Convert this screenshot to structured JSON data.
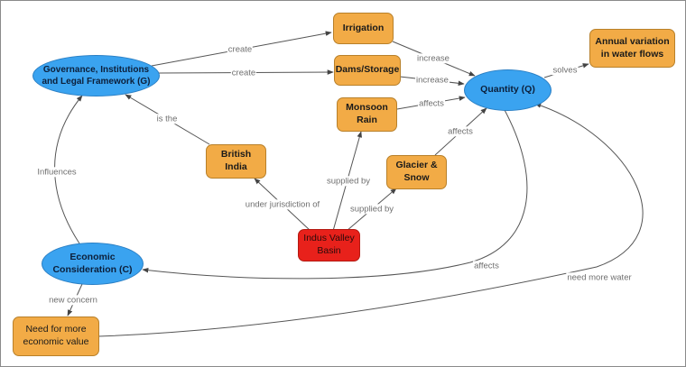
{
  "diagram": {
    "type": "concept-map",
    "nodes": {
      "governance": {
        "label": "Governance, Institutions and Legal Framework (G)",
        "shape": "ellipse",
        "color": "#3aa3f0"
      },
      "irrigation": {
        "label": "Irrigation",
        "shape": "rounded-box",
        "color": "#f2ab46"
      },
      "dams": {
        "label": "Dams/Storage",
        "shape": "rounded-box",
        "color": "#f2ab46"
      },
      "quantity": {
        "label": "Quantity (Q)",
        "shape": "ellipse",
        "color": "#3aa3f0"
      },
      "annual": {
        "label": "Annual variation in water flows",
        "shape": "rounded-box",
        "color": "#f2ab46"
      },
      "monsoon": {
        "label": "Monsoon Rain",
        "shape": "rounded-box",
        "color": "#f2ab46"
      },
      "british": {
        "label": "British India",
        "shape": "rounded-box",
        "color": "#f2ab46"
      },
      "glacier": {
        "label": "Glacier & Snow",
        "shape": "rounded-box",
        "color": "#f2ab46"
      },
      "indus": {
        "label": "Indus Valley Basin",
        "shape": "rounded-box",
        "color": "#e8211b"
      },
      "economic": {
        "label": "Economic Consideration (C)",
        "shape": "ellipse",
        "color": "#3aa3f0"
      },
      "need": {
        "label": "Need for more economic value",
        "shape": "rounded-box",
        "color": "#f2ab46"
      }
    },
    "edges": {
      "g_irrigation": {
        "from": "governance",
        "to": "irrigation",
        "label": "create"
      },
      "g_dams": {
        "from": "governance",
        "to": "dams",
        "label": "create"
      },
      "irrigation_q": {
        "from": "irrigation",
        "to": "quantity",
        "label": "increase"
      },
      "dams_q": {
        "from": "dams",
        "to": "quantity",
        "label": "increase"
      },
      "monsoon_q": {
        "from": "monsoon",
        "to": "quantity",
        "label": "affects"
      },
      "q_annual": {
        "from": "quantity",
        "to": "annual",
        "label": "solves"
      },
      "british_g": {
        "from": "british",
        "to": "governance",
        "label": "is the"
      },
      "indus_british": {
        "from": "indus",
        "to": "british",
        "label": "under jurisdiction of"
      },
      "indus_monsoon": {
        "from": "indus",
        "to": "monsoon",
        "label": "supplied by"
      },
      "indus_glacier": {
        "from": "indus",
        "to": "glacier",
        "label": "supplied by"
      },
      "glacier_q": {
        "from": "glacier",
        "to": "quantity",
        "label": "affects"
      },
      "c_g": {
        "from": "economic",
        "to": "governance",
        "label": "Influences"
      },
      "q_c": {
        "from": "quantity",
        "to": "economic",
        "label": "affects"
      },
      "c_need": {
        "from": "economic",
        "to": "need",
        "label": "new concern"
      },
      "need_q": {
        "from": "need",
        "to": "quantity",
        "label": "need more water"
      }
    }
  },
  "colors": {
    "concept_ellipse": "#3aa3f0",
    "concept_box": "#f2ab46",
    "root_box": "#e8211b",
    "edge_line": "#555555",
    "edge_label": "#6f6f6f"
  }
}
